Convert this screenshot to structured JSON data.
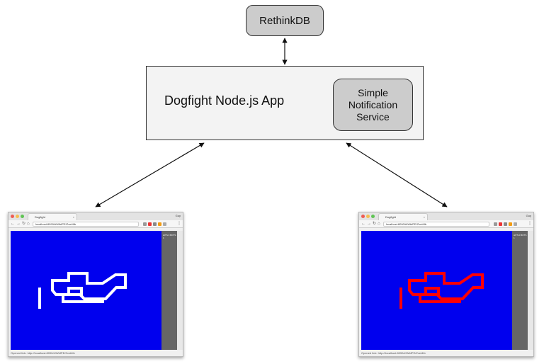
{
  "nodes": {
    "database": {
      "label": "RethinkDB"
    },
    "app": {
      "label": "Dogfight Node.js App"
    },
    "notification_service": {
      "label": "Simple\nNotification\nService"
    }
  },
  "clients": [
    {
      "tab_title": "Dogfight",
      "url": "localhost:8090/#!WbfPE/Zvet4Ib",
      "status": "Opened link:   http://localhost:8090/#!WbfPE/Zvet4Ib",
      "user": "Guy",
      "side_text": "HITS 0 BOTS 1",
      "plane_color": "#ffffff"
    },
    {
      "tab_title": "Dogfight",
      "url": "localhost:8090/#!WbfPE/Zvet4Ib",
      "status": "Opened link:   http://localhost:8090/#!WbfPE/Zvet4Ib",
      "user": "Guy",
      "side_text": "HITS 0 BOTS 1",
      "plane_color": "#ff0000"
    }
  ],
  "colors": {
    "node_fill": "#cccccc",
    "app_fill": "#f3f3f3",
    "game_background": "#0000ee",
    "side_panel": "#666666"
  }
}
